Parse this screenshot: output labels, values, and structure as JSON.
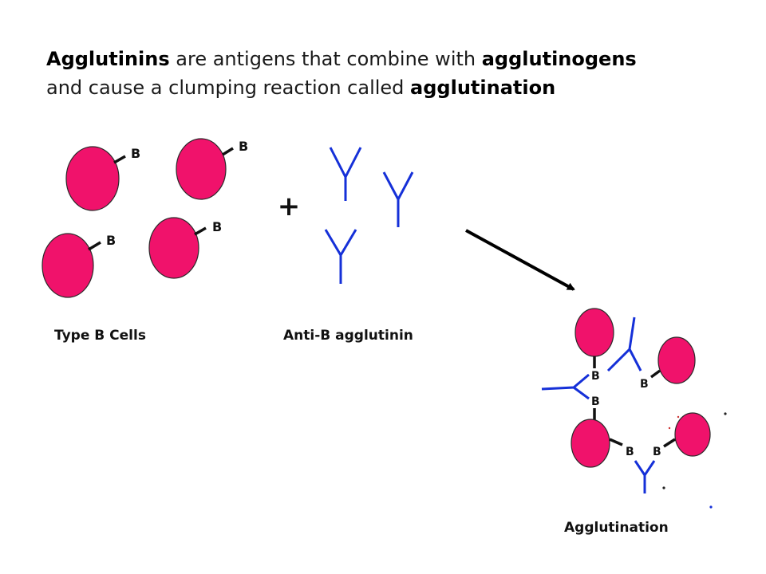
{
  "headline": {
    "term_agglutinins": "Agglutinins",
    "text_1": " are antigens that combine with ",
    "term_agglutinogens": "agglutinogens",
    "text_2": "and cause a clumping reaction called ",
    "term_agglutination": "agglutination"
  },
  "plus_sign": "+",
  "antigen_label": "B",
  "labels": {
    "cells": "Type B Cells",
    "antibody": "Anti-B agglutinin",
    "result": "Agglutination"
  },
  "colors": {
    "cell_fill": "#f0126b",
    "cell_stroke": "#2a2a2a",
    "antibody": "#1530d8",
    "text": "#111111"
  }
}
